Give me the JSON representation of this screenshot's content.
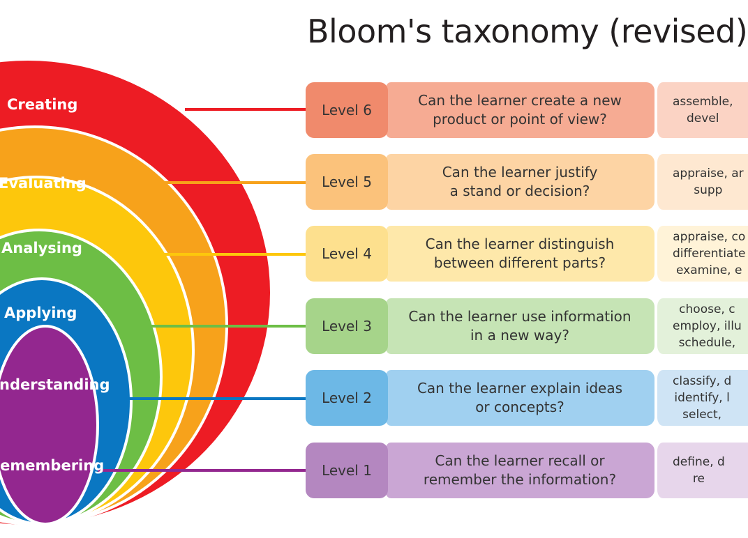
{
  "title": "Bloom's taxonomy (revised)",
  "levels": [
    {
      "name": "Creating",
      "level": "Level 6",
      "question": [
        "Can the learner create a new",
        "product or point of view?"
      ],
      "verbs": [
        "assemble,",
        "devel"
      ],
      "colors": {
        "ring": "#ed1c24",
        "level": "#f08a6c",
        "question": "#f6ab93",
        "verbs": "#fbd3c4"
      }
    },
    {
      "name": "Evaluating",
      "level": "Level 5",
      "question": [
        "Can the learner justify",
        "a stand or decision?"
      ],
      "verbs": [
        "appraise, ar",
        "supp"
      ],
      "colors": {
        "ring": "#f7a21b",
        "level": "#fbc27b",
        "question": "#fdd4a4",
        "verbs": "#fee8d1"
      }
    },
    {
      "name": "Analysing",
      "level": "Level 4",
      "question": [
        "Can the learner distinguish",
        "between different parts?"
      ],
      "verbs": [
        "appraise, co",
        "differentiate",
        "examine, e"
      ],
      "colors": {
        "ring": "#fdc70c",
        "level": "#fde08e",
        "question": "#fee8aa",
        "verbs": "#fff3d8"
      }
    },
    {
      "name": "Applying",
      "level": "Level 3",
      "question": [
        "Can the learner use information",
        "in a new way?"
      ],
      "verbs": [
        "choose, c",
        "employ, illu",
        "schedule,"
      ],
      "colors": {
        "ring": "#6dbe45",
        "level": "#a6d48a",
        "question": "#c6e4b5",
        "verbs": "#e3f1da"
      }
    },
    {
      "name": "Understanding",
      "level": "Level 2",
      "question": [
        "Can the learner explain ideas",
        "or concepts?"
      ],
      "verbs": [
        "classify, d",
        "identify, l",
        "select,"
      ],
      "colors": {
        "ring": "#0a77c2",
        "level": "#6db8e6",
        "question": "#a0d0f0",
        "verbs": "#cfe4f5"
      }
    },
    {
      "name": "Remembering",
      "level": "Level 1",
      "question": [
        "Can the learner recall or",
        "remember the information?"
      ],
      "verbs": [
        "define, d",
        "re"
      ],
      "colors": {
        "ring": "#93278f",
        "level": "#b487c0",
        "question": "#caa6d4",
        "verbs": "#e7d6eb"
      }
    }
  ]
}
